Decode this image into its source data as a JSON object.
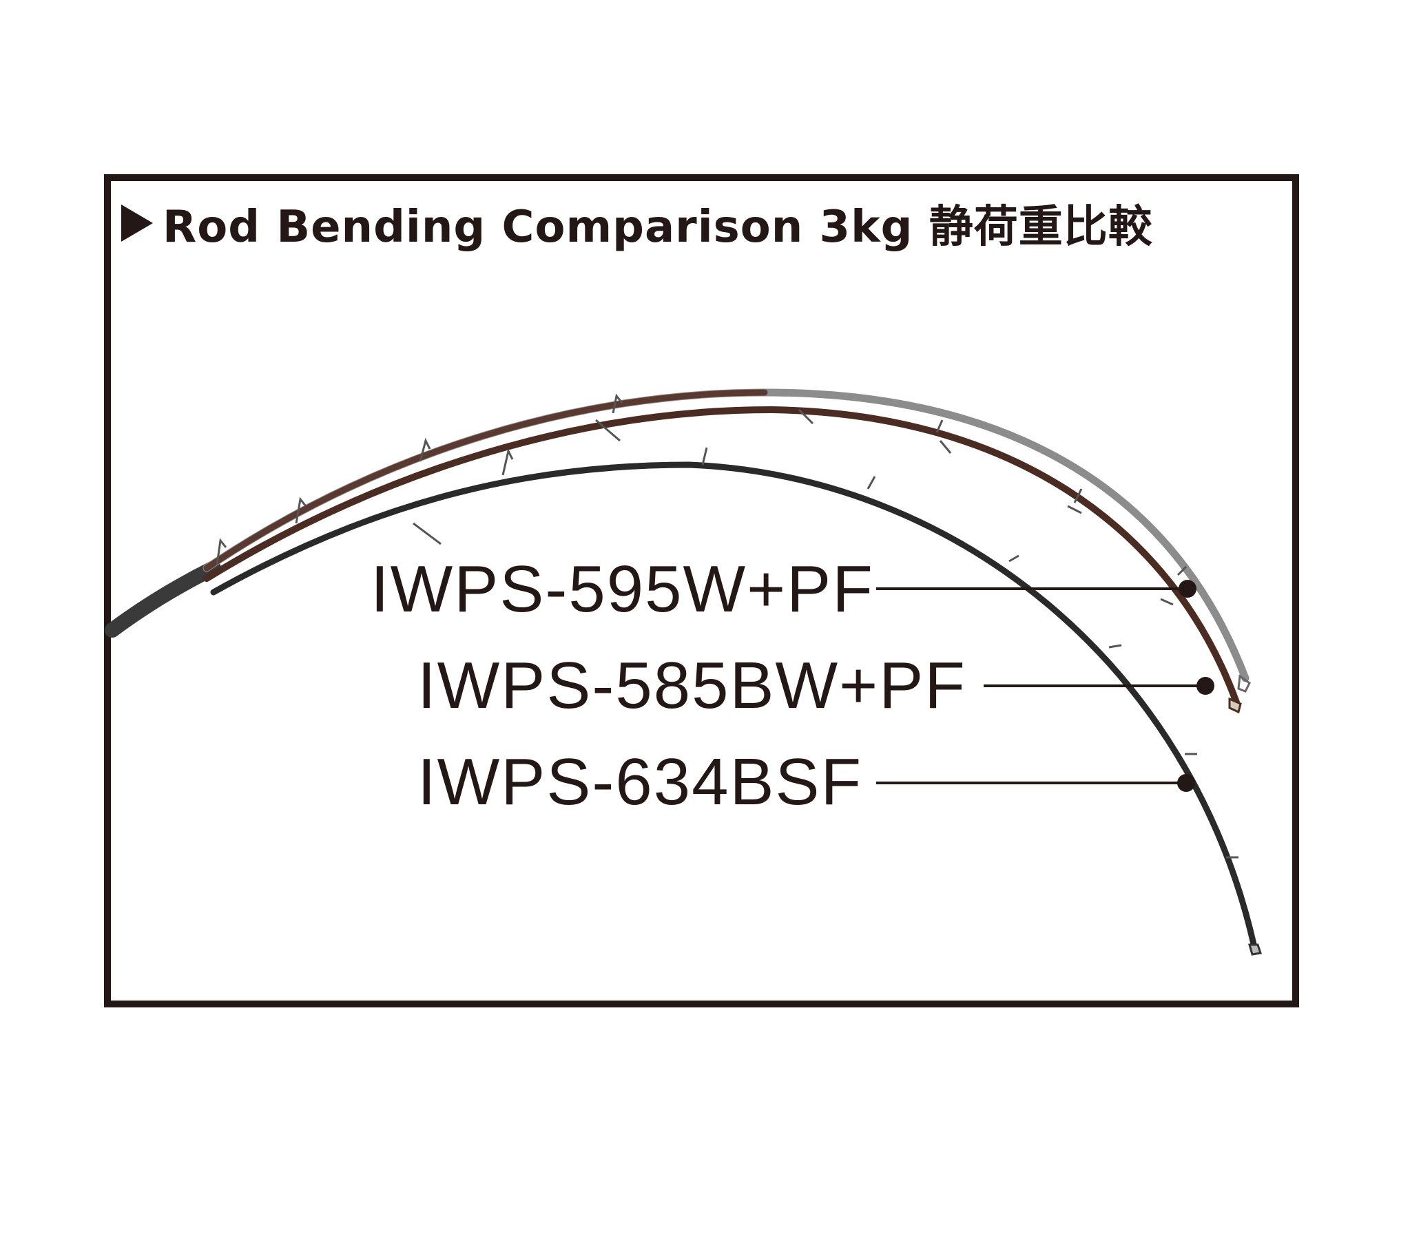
{
  "title": {
    "marker": "triangle-pointer-icon",
    "text": "Rod Bending Comparison 3kg 静荷重比較"
  },
  "rods": [
    {
      "label": "IWPS-595W+PF",
      "color": "#8c8c8c"
    },
    {
      "label": "IWPS-585BW+PF",
      "color": "#4a2c22"
    },
    {
      "label": "IWPS-634BSF",
      "color": "#2a2a2a"
    }
  ],
  "colors": {
    "ink": "#231815",
    "background": "#ffffff"
  }
}
